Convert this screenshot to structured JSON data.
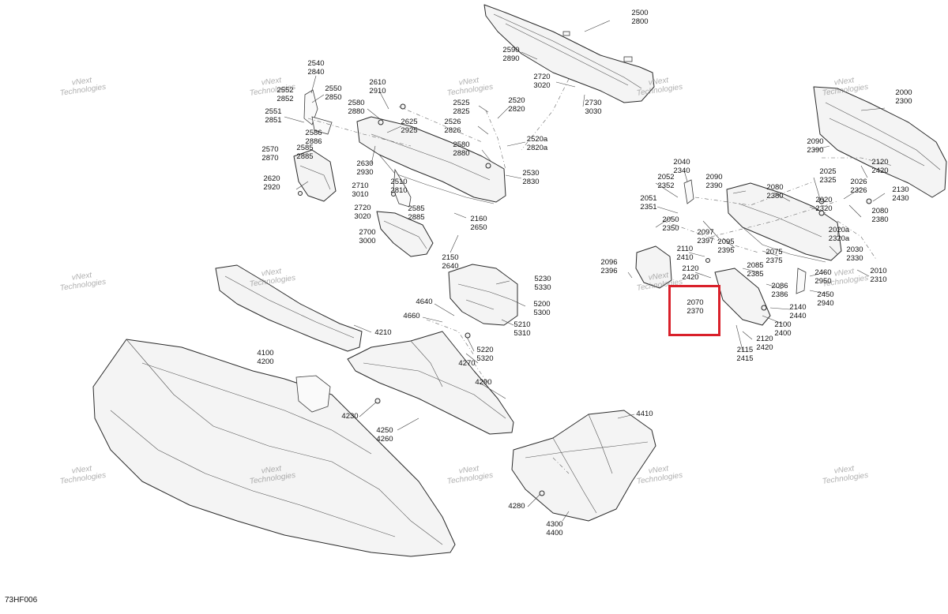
{
  "diagram_code": "73HF006",
  "watermark_line1": "vNext",
  "watermark_line2": "Technologies",
  "highlight_color": "#d9202a",
  "highlighted_label": "2070\n2370",
  "part_labels": [
    "2500\n2800",
    "2590\n2890",
    "2720\n3020",
    "2730\n3030",
    "2540\n2840",
    "2552\n2852",
    "2550\n2850",
    "2551\n2851",
    "2586\n2886",
    "2585\n2885",
    "2570\n2870",
    "2620\n2920",
    "2610\n2910",
    "2580\n2880",
    "2625\n2925",
    "2630\n2930",
    "2710\n3010",
    "2510\n2810",
    "2720\n3020",
    "2585\n2885",
    "2700\n3000",
    "2525\n2825",
    "2520\n2820",
    "2526\n2826",
    "2520a\n2820a",
    "2580\n2880",
    "2530\n2830",
    "2160\n2650",
    "2150\n2640",
    "2000\n2300",
    "2090\n2390",
    "2120\n2420",
    "2040\n2340",
    "2052\n2352",
    "2090\n2390",
    "2080\n2380",
    "2025\n2325",
    "2026\n2326",
    "2130\n2430",
    "2051\n2351",
    "2050\n2350",
    "2020\n2320",
    "2080\n2380",
    "2097\n2397",
    "2095\n2395",
    "2020a\n2320a",
    "2110\n2410",
    "2075\n2375",
    "2030\n2330",
    "2085\n2385",
    "2096\n2396",
    "2120\n2420",
    "2010\n2310",
    "2460\n2950",
    "2086\n2386",
    "2450\n2940",
    "2140\n2440",
    "2100\n2400",
    "2120\n2420",
    "2115\n2415",
    "5230\n5330",
    "4640",
    "5200\n5300",
    "4660",
    "5210\n5310",
    "4210",
    "5220\n5320",
    "4270",
    "4100\n4200",
    "4290",
    "4230",
    "4250\n4260",
    "4410",
    "4280",
    "4300\n4400"
  ]
}
